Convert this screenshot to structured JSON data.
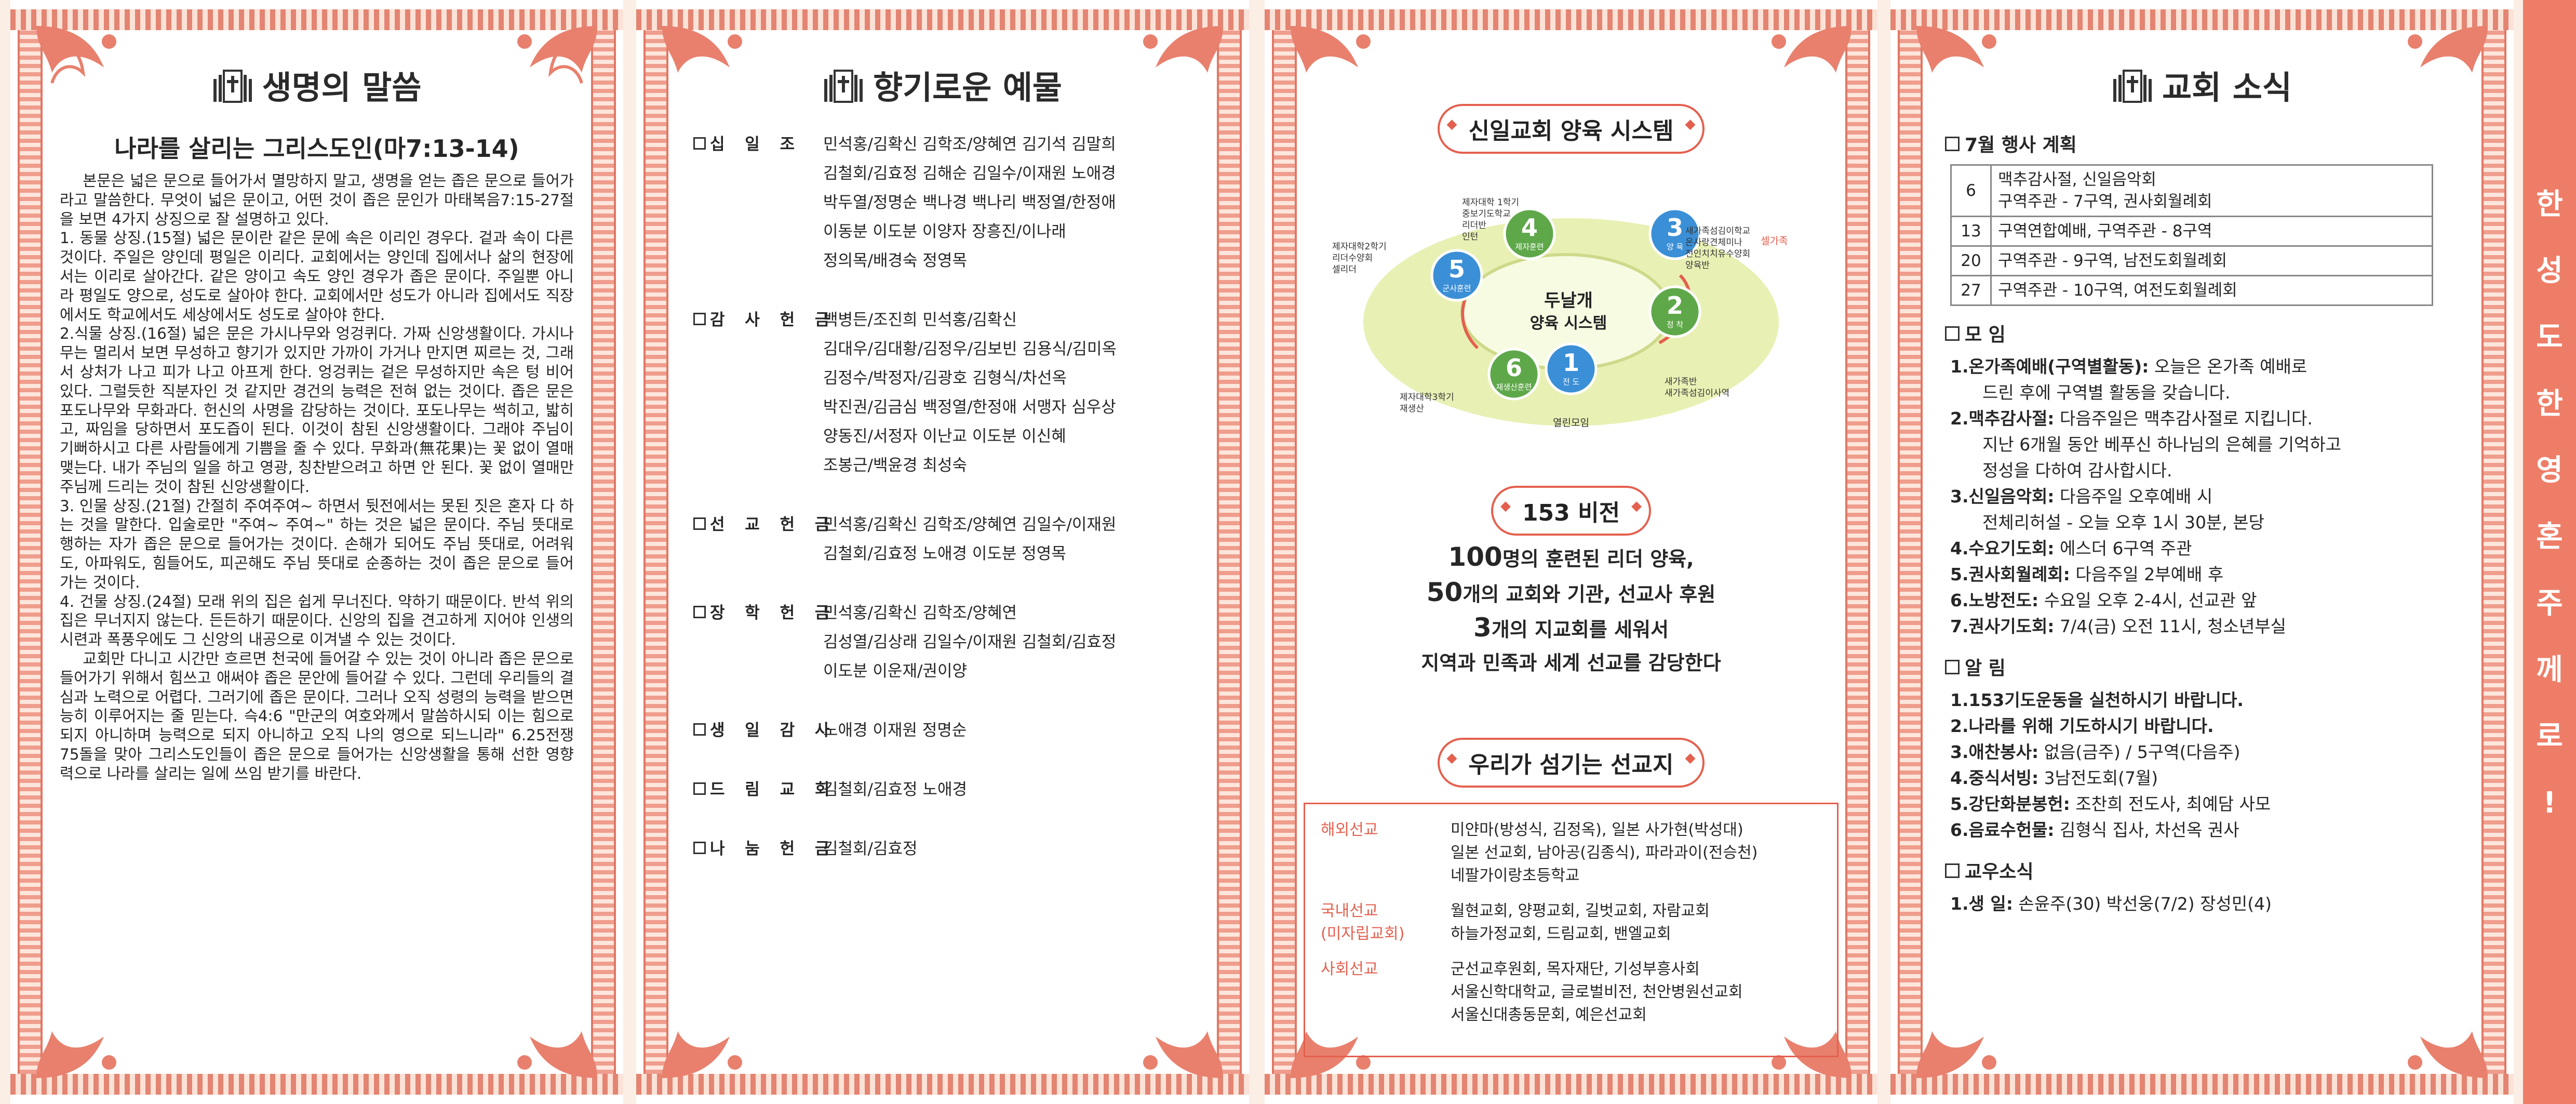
{
  "panel1": {
    "heading": "생명의 말씀",
    "sermon_title": "나라를 살리는 그리스도인(마7:13-14)",
    "paragraphs": [
      "본문은 넓은 문으로 들어가서 멸망하지 말고, 생명을 얻는 좁은 문으로 들어가라고 말씀한다. 무엇이 넓은 문이고, 어떤 것이 좁은 문인가 마태복음7:15-27절을 보면 4가지 상징으로 잘 설명하고 있다.",
      "1. 동물 상징.(15절) 넓은 문이란 같은 문에 속은 이리인 경우다. 겉과 속이 다른 것이다. 주일은 양인데 평일은 이리다. 교회에서는 양인데 집에서나 삶의 현장에서는 이리로 살아간다. 같은 양이고 속도 양인 경우가 좁은 문이다. 주일뿐 아니라 평일도 양으로, 성도로 살아야 한다. 교회에서만 성도가 아니라 집에서도 직장에서도 학교에서도 세상에서도 성도로 살아야 한다.",
      "2.식물 상징.(16절) 넓은 문은 가시나무와 엉겅퀴다. 가짜 신앙생활이다. 가시나무는 멀리서 보면 무성하고 향기가 있지만 가까이 가거나 만지면 찌르는 것, 그래서 상처가 나고 피가 나고 아프게 한다. 엉겅퀴는 겉은 무성하지만 속은 텅 비어 있다. 그럴듯한 직분자인 것 같지만 경건의 능력은 전혀 없는 것이다. 좁은 문은 포도나무와 무화과다. 헌신의 사명을 감당하는 것이다. 포도나무는 썩히고, 밟히고, 짜임을 당하면서 포도즙이 된다. 이것이 참된 신앙생활이다. 그래야 주님이 기뻐하시고 다른 사람들에게 기쁨을 줄 수 있다. 무화과(無花果)는 꽃 없이 열매 맺는다. 내가 주님의 일을 하고 영광, 칭찬받으려고 하면 안 된다. 꽃 없이 열매만 주님께 드리는 것이 참된 신앙생활이다.",
      "3. 인물 상징.(21절) 간절히 주여주여~ 하면서 뒷전에서는 못된 짓은 혼자 다 하는 것을 말한다. 입술로만 \"주여~ 주여~\" 하는 것은 넓은 문이다. 주님 뜻대로 행하는 자가 좁은 문으로 들어가는 것이다. 손해가 되어도 주님 뜻대로, 어려워도, 아파워도, 힘들어도, 피곤해도 주님 뜻대로 순종하는 것이 좁은 문으로 들어가는 것이다.",
      "4. 건물 상징.(24절) 모래 위의 집은 쉽게 무너진다. 약하기 때문이다. 반석 위의 집은 무너지지 않는다. 든든하기 때문이다. 신앙의 집을 견고하게 지어야 인생의 시련과 폭풍우에도 그 신앙의 내공으로 이겨낼 수 있는 것이다.",
      "교회만 다니고 시간만 흐르면 천국에 들어갈 수 있는 것이 아니라 좁은 문으로 들어가기 위해서 힘쓰고 애써야 좁은 문안에 들어갈 수 있다. 그런데 우리들의 결심과 노력으로 어렵다. 그러기에 좁은 문이다. 그러나 오직 성령의 능력을 받으면 능히 이루어지는 줄 믿는다. 슥4:6 \"만군의 여호와께서 말씀하시되 이는 힘으로 되지 아니하며 능력으로 되지 아니하고 오직 나의 영으로 되느니라\" 6.25전쟁 75돌을 맞아 그리스도인들이 좁은 문으로 들어가는 신앙생활을 통해 선한 영향력으로 나라를 살리는 일에 쓰임 받기를 바란다."
    ]
  },
  "panel2": {
    "heading": "향기로운 예물",
    "groups": [
      {
        "label": "십 일 조",
        "lines": [
          "민석홍/김확신 김학조/양혜연 김기석 김말희",
          "김철회/김효정 김해순 김일수/이재원 노애경",
          "박두열/정명순 백나경 백나리 백정열/한정애",
          "이동분 이도분 이양자 장흥진/이나래",
          "정의목/배경숙 정영목"
        ]
      },
      {
        "label": "감 사 헌 금",
        "lines": [
          "백병든/조진희 민석홍/김확신",
          "김대우/김대황/김정우/김보빈 김용식/김미옥",
          "김정수/박정자/김광호 김형식/차선옥",
          "박진권/김금심 백정열/한정애 서맹자 심우상",
          "양동진/서정자 이난교 이도분 이신혜",
          "조봉근/백윤경 최성숙"
        ]
      },
      {
        "label": "선 교 헌 금",
        "lines": [
          "민석홍/김확신 김학조/양혜연 김일수/이재원",
          "김철회/김효정 노애경 이도분 정영목"
        ]
      },
      {
        "label": "장 학 헌 금",
        "lines": [
          "민석홍/김확신 김학조/양혜연",
          "김성열/김상래 김일수/이재원 김철회/김효정",
          "이도분 이운재/권이양"
        ]
      },
      {
        "label": "생 일 감 사",
        "lines": [
          "노애경 이재원 정명순"
        ]
      },
      {
        "label": "드 림 교 회",
        "lines": [
          "김철회/김효정 노애경"
        ]
      },
      {
        "label": "나 눔 헌 금",
        "lines": [
          "김철회/김효정"
        ]
      }
    ]
  },
  "panel3": {
    "system_title": "신일교회 양육 시스템",
    "diagram": {
      "center_line1": "두날개",
      "center_line2": "양육 시스템",
      "circles": [
        {
          "num": "1",
          "label": "전 도",
          "color": "#3b8fd6"
        },
        {
          "num": "2",
          "label": "정 착",
          "color": "#5fa84a"
        },
        {
          "num": "3",
          "label": "양 육",
          "color": "#3b8fd6"
        },
        {
          "num": "4",
          "label": "제자훈련",
          "color": "#5fa84a"
        },
        {
          "num": "5",
          "label": "군사훈련",
          "color": "#3b8fd6"
        },
        {
          "num": "6",
          "label": "재생산훈련",
          "color": "#5fa84a"
        }
      ],
      "notes": {
        "n1": "열린모임",
        "n2": "새가족반\n새가족섬김이사역",
        "n3": "새가족섬김이학교\n온사랑견체미나\n전인치치유수양회\n양육반",
        "n4": "제자대학 1학기\n중보기도학교\n리더반\n인턴",
        "n5": "제자대학2학기\n리더수양회\n셀리더",
        "n6": "제자대학3학기\n재생산",
        "side": "셀가족"
      }
    },
    "vision_title": "153 비전",
    "vision_lines": [
      {
        "big": "100",
        "rest": "명의 훈련된 리더 양육,"
      },
      {
        "big": "50",
        "rest": "개의 교회와 기관, 선교사 후원"
      },
      {
        "big": "3",
        "rest": "개의 지교회를 세워서"
      },
      {
        "big": "",
        "rest": "지역과 민족과 세계 선교를 감당한다"
      }
    ],
    "mission_title": "우리가 섬기는 선교지",
    "missions": [
      {
        "cat": "해외선교",
        "items": [
          "미얀마(방성식, 김정옥), 일본 사가현(박성대)",
          "일본 선교회, 남아공(김종식), 파라과이(전승천)",
          "네팔가이랑초등학교"
        ]
      },
      {
        "cat": "국내선교\n(미자립교회)",
        "items": [
          "월현교회, 양평교회, 길벗교회, 자람교회",
          "하늘가정교회, 드림교회, 밴엘교회"
        ]
      },
      {
        "cat": "사회선교",
        "items": [
          "군선교후원회, 목자재단, 기성부흥사회",
          "서울신학대학교, 글로벌비전, 천안병원선교회",
          "서울신대총동문회, 예은선교회"
        ]
      }
    ]
  },
  "panel4": {
    "heading": "교회 소식",
    "events_title": "7월 행사 계획",
    "events": [
      {
        "day": "6",
        "lines": [
          "맥추감사절, 신일음악회",
          "구역주관 - 7구역, 권사회월례회"
        ]
      },
      {
        "day": "13",
        "lines": [
          "구역연합예배, 구역주관 - 8구역"
        ]
      },
      {
        "day": "20",
        "lines": [
          "구역주관 - 9구역, 남전도회월례회"
        ]
      },
      {
        "day": "27",
        "lines": [
          "구역주관 - 10구역, 여전도회월례회"
        ]
      }
    ],
    "meeting_title": "모 임",
    "meetings": [
      {
        "key": "1.온가족예배(구역별활동):",
        "text": " 오늘은 온가족 예배로",
        "cont": [
          "드린 후에 구역별 활동을 갖습니다."
        ]
      },
      {
        "key": "2.맥추감사절:",
        "text": " 다음주일은 맥추감사절로 지킵니다.",
        "cont": [
          "지난 6개월 동안 베푸신 하나님의 은혜를 기억하고",
          "정성을 다하여 감사합시다."
        ]
      },
      {
        "key": "3.신일음악회:",
        "text": " 다음주일 오후예배 시",
        "cont": [
          "전체리허설 - 오늘 오후 1시 30분, 본당"
        ]
      },
      {
        "key": "4.수요기도회:",
        "text": " 에스더 6구역 주관",
        "cont": []
      },
      {
        "key": "5.권사회월례회:",
        "text": " 다음주일 2부예배 후",
        "cont": []
      },
      {
        "key": "6.노방전도:",
        "text": " 수요일 오후 2-4시, 선교관 앞",
        "cont": []
      },
      {
        "key": "7.권사기도회:",
        "text": " 7/4(금) 오전 11시, 청소년부실",
        "cont": []
      }
    ],
    "notice_title": "알 림",
    "notices": [
      {
        "key": "1.153기도운동을 실천하시기 바랍니다.",
        "text": ""
      },
      {
        "key": "2.나라를 위해 기도하시기 바랍니다.",
        "text": ""
      },
      {
        "key": "3.애찬봉사:",
        "text": " 없음(금주) / 5구역(다음주)"
      },
      {
        "key": "4.중식서빙:",
        "text": " 3남전도회(7월)"
      },
      {
        "key": "5.강단화분봉헌:",
        "text": " 조찬희 전도사, 최예담 사모"
      },
      {
        "key": "6.음료수헌물:",
        "text": " 김형식 집사, 차선옥 권사"
      }
    ],
    "member_title": "교우소식",
    "members": [
      {
        "key": "1.생  일:",
        "text": " 손윤주(30) 박선웅(7/2) 장성민(4)"
      }
    ]
  },
  "banner": {
    "chars": [
      "한",
      "성",
      "도",
      "한",
      "영",
      "혼",
      "주",
      "께",
      "로",
      "!"
    ]
  },
  "colors": {
    "accent": "#e4604e",
    "frame": "#e48472",
    "banner": "#ee7d67"
  }
}
